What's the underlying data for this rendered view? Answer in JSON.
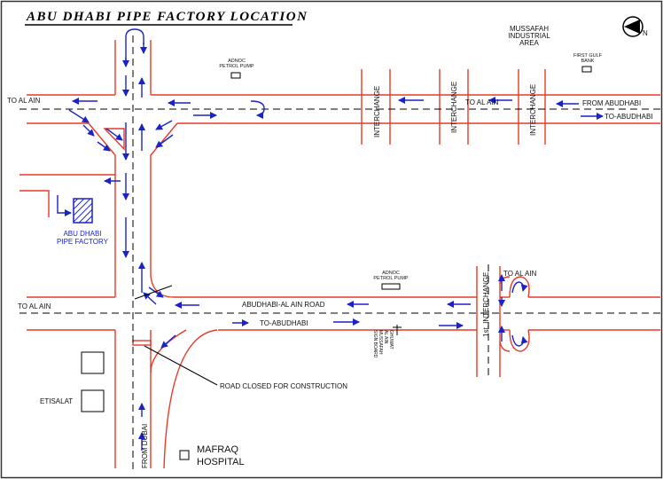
{
  "title": "ABU DHABI PIPE FACTORY LOCATION",
  "north_label": "N",
  "colors": {
    "road": "#e53a2a",
    "arrow": "#1a22c8",
    "centerline": "#000000",
    "factory": "#1a22c8",
    "text": "#111111"
  },
  "labels": {
    "to_al_ain_top_left": "TO AL AIN",
    "to_al_ain_top_mid": "TO AL AIN",
    "from_abudhabi": "FROM ABUDHABI",
    "to_abudhabi_top": "TO-ABUDHABI",
    "to_al_ain_mid_left": "TO AL AIN",
    "main_road": "ABUDHABI-AL AIN ROAD",
    "to_abudhabi_mid": "TO-ABUDHABI",
    "to_al_ain_right": "TO AL AIN",
    "from_dubai": "FROM DUBAI",
    "road_closed": "ROAD CLOSED FOR CONSTRUCTION"
  },
  "interchanges": [
    "INTERCHANGE",
    "INTERCHANGE",
    "INTERCHANGE"
  ],
  "first_interchange": "1st. INTERCHANGE",
  "places": {
    "mussafah": [
      "MUSSAFAH",
      "INDUSTRIAL",
      "AREA"
    ],
    "adnoc_top": [
      "ADNOC",
      "PETROL PUMP"
    ],
    "adnoc_bottom": [
      "ADNOC",
      "PETROL PUMP"
    ],
    "first_gulf_bank": [
      "FIRST GULF",
      "BANK"
    ],
    "pipe_factory": [
      "ABU DHABI",
      "PIPE FACTORY"
    ],
    "etisalat": "ETISALAT",
    "mafraq_hospital": [
      "MAFRAQ",
      "HOSPITAL"
    ],
    "sign_board": [
      "SIGN BOARD",
      "MUSSAFAH",
      "AL AIN",
      "GHUWAT"
    ]
  }
}
